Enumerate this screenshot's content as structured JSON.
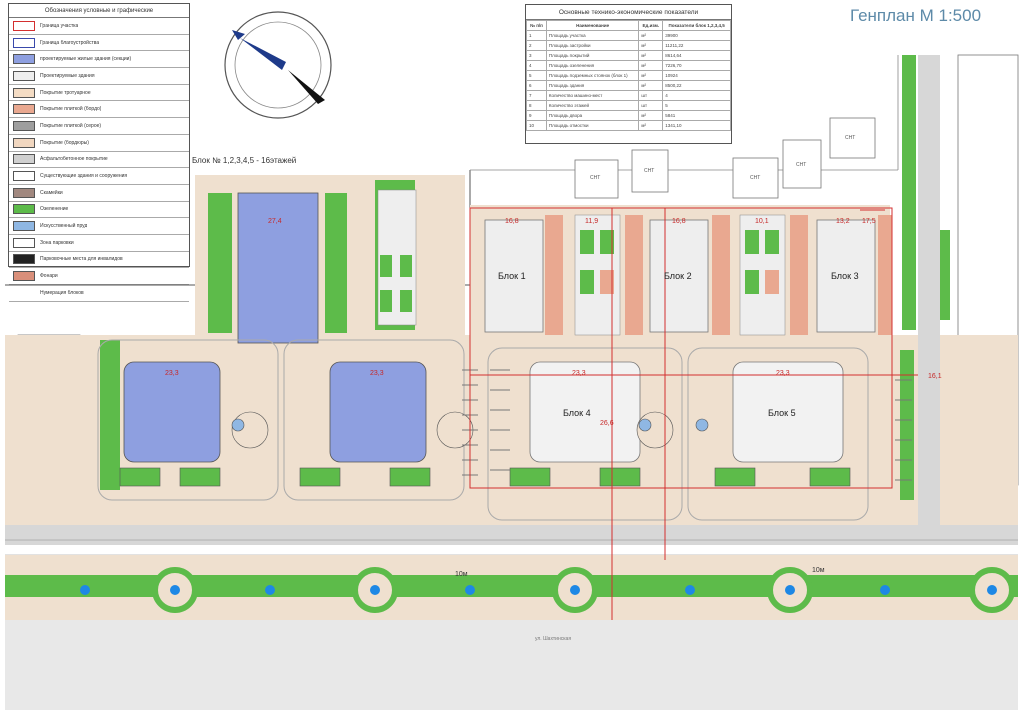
{
  "title": "Генплан М 1:500",
  "legend": {
    "header": "Обозначения условные и графические",
    "items": [
      {
        "label": "Граница участка",
        "color": "#ffffff",
        "border": "#d32f2f"
      },
      {
        "label": "Граница благоустройства",
        "color": "#ffffff",
        "border": "#3949ab"
      },
      {
        "label": "проектируемые жилые здания (секции)",
        "color": "#8e9fe0",
        "border": "#555"
      },
      {
        "label": "Проектируемые здания",
        "color": "#eeeeee",
        "border": "#555"
      },
      {
        "label": "Покрытие тротуарное",
        "color": "#f4dcc4",
        "border": "#555"
      },
      {
        "label": "Покрытие плиткой (бордо)",
        "color": "#e9a890",
        "border": "#555"
      },
      {
        "label": "Покрытие плиткой (серое)",
        "color": "#9e9e9e",
        "border": "#555"
      },
      {
        "label": "Покрытие (бордюры)",
        "color": "#f1d7c0",
        "border": "#555"
      },
      {
        "label": "Асфальтобетонное покрытие",
        "color": "#d0d0d0",
        "border": "#555"
      },
      {
        "label": "Существующие здания и сооружения",
        "color": "#ffffff",
        "border": "#555"
      },
      {
        "label": "Скамейки",
        "color": "#a1887f",
        "border": "#555"
      },
      {
        "label": "Озеленение",
        "color": "#5dbb4a",
        "border": "#555"
      },
      {
        "label": "Искусственный пруд",
        "color": "#8fb7e3",
        "border": "#555"
      },
      {
        "label": "Зона парковки",
        "color": "#ffffff",
        "border": "#555"
      },
      {
        "label": "Парковочные места для инвалидов",
        "color": "#222222",
        "border": "#555"
      },
      {
        "label": "Фонари",
        "color": "#d98f7a",
        "border": "#555"
      },
      {
        "label": "Нумерация блоков",
        "color": "#ffffff",
        "border": "#ffffff"
      }
    ]
  },
  "table": {
    "header": "Основные технико-экономические показатели",
    "columns": [
      "№ п/п",
      "Наименование",
      "Ед.изм.",
      "Показатели блок 1,2,3,4,5"
    ],
    "rows": [
      [
        "1",
        "Площадь участка",
        "м²",
        "39900"
      ],
      [
        "2",
        "Площадь застройки",
        "м²",
        "11211,22"
      ],
      [
        "3",
        "Площадь покрытий",
        "м²",
        "8614,64"
      ],
      [
        "4",
        "Площадь озеленения",
        "м²",
        "7226,70"
      ],
      [
        "5",
        "Площадь подземных стоянок (блок 1)",
        "м²",
        "10924"
      ],
      [
        "6",
        "Площадь здания",
        "м²",
        "8500,22"
      ],
      [
        "7",
        "Количество машино-мест",
        "шт",
        "4"
      ],
      [
        "8",
        "Количество этажей",
        "шт",
        "5"
      ],
      [
        "9",
        "Площадь двора",
        "м²",
        "5841"
      ],
      [
        "10",
        "Площадь отмостки",
        "м²",
        "1341,10"
      ]
    ]
  },
  "blocks_caption": "Блок № 1,2,3,4,5 - 16этажей",
  "blocks": [
    "Блок 1",
    "Блок 2",
    "Блок 3",
    "Блок 4",
    "Блок 5"
  ],
  "dimensions": [
    "27,4",
    "23,3",
    "23,3",
    "23,3",
    "23,3",
    "16,8",
    "11,9",
    "16,8",
    "10,1",
    "13,2",
    "26,6",
    "16,1",
    "17,5",
    "10м",
    "10м"
  ],
  "existing_buildings": [
    "СНТ",
    "СНТ",
    "СНТ",
    "СНТ",
    "СНТ"
  ],
  "street_label": "ул. Шахтинская"
}
